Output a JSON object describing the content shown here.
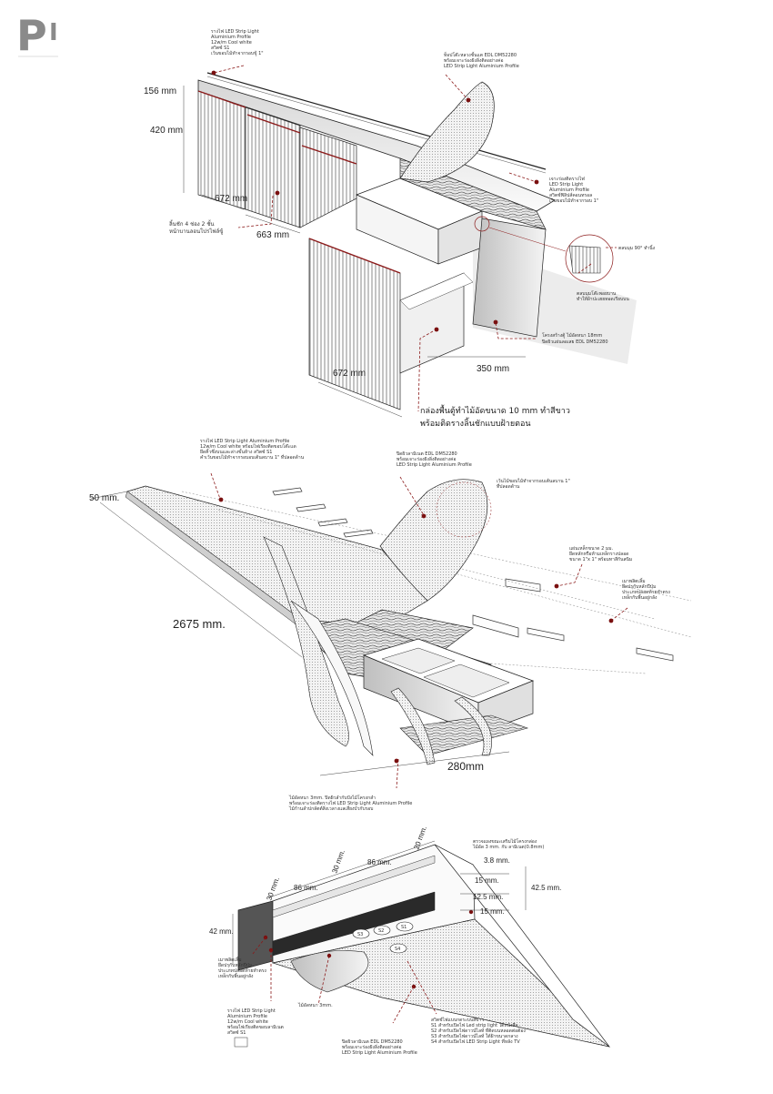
{
  "logo": {
    "mark": "P",
    "bar": "I"
  },
  "section1": {
    "dims": [
      "156 mm",
      "420 mm",
      "672 mm",
      "663 mm",
      "672 mm",
      "350 mm"
    ],
    "notes": {
      "top_left": [
        "รางไฟ LED Strip Light",
        "Aluminium Profile",
        "12w/m Cool white",
        "สวิตซ์ S1",
        "เว้นขอบไม้ทำจากรอบขู้ 1\""
      ],
      "top_right": [
        "ท็อปโต๊ะหลวงชั้นแต EDL DM52280",
        "พร้อมเจาะร่องฝังลิ่งติดอย่างค่อ",
        "LED Strip Light Aluminium Profile"
      ],
      "drawers": [
        "ลิ้นชัก 4 ช่อง 2 ชั้น",
        "หน้าบานลอนโปรไฟล์ขู้"
      ],
      "mid_right": [
        "เจาะร่องติดรางไฟ",
        "LED Strip Light",
        "Aluminium Profile",
        "สวิตช์ฟิลิปส์คอนทรอล",
        "เว้นขอบไม้ทำจากรอบ 1\""
      ],
      "detail_a": [
        "ตลบมุม 90° ทำนิ้ง"
      ],
      "detail_b": [
        "ตลบมุมโต๊ะพอยบาน",
        "ทำให้ผ้าปะเฮยทอดเรียบบน"
      ],
      "base": [
        "โครงสร้างตู้ ไม้อัดหนา 18mm",
        "ปิดผิวแผ่นลอเสย EDL DM52280"
      ],
      "bottom": [
        "กล่องพื้นตู้ทำไม้อัดขนาด 10 mm ทำสีขาว",
        "พร้อมติดรางลิ้นชักแบบฝ้ายตอน"
      ]
    }
  },
  "section2": {
    "dims": [
      "50 mm.",
      "2675 mm.",
      "280mm"
    ],
    "notes": {
      "left": [
        "รางไฟ LED Strip Light Aluminium Profile",
        "12w/m Cool white พร้อมไฟเรียงติดขอบโต๊ะแด",
        "ยึดคิ้วซึ่งบนและล่างขั้นห้าง สวิตซ์ S1",
        "คำเว้นขอบไม้ทำจากรอบอบเต้นลบาน 1\" ที่ปลอดด้าน"
      ],
      "top": [
        "ปิดผิวลามิเนต EDL DM52280",
        "พร้อมเจาะร่องฝังลิ่งติดอย่างค่อ",
        "LED Strip Light Aluminium Profile"
      ],
      "circle": [
        "เว้นไม้ขอบไม้ทำจากรอบเต้นลบาน 1\"",
        "ที่ปลอดด้าน"
      ],
      "right": [
        "แผ่นเหล็กขนาด 2 มม.",
        "ยึดหลักหรือห้ามเหล็กรางปลอด",
        "ขนาด 1\"x 1\" พร้อมทาสีกันสนิม"
      ],
      "far_right": [
        "เมาพลิตเลิ้ม",
        "ยึดปรุกับหลักปีปุ่ม",
        "ประเภทปลอดท้ายทำตรง",
        "เหล็กกับพิ้นอยู่กลัง"
      ],
      "bottom": [
        "ไม้อัดหนา 3mm. ปิดผิวลำกับปังไม้โครงกลำ",
        "พร้อมเจาะร่องติดรางไฟ LED Strip Light Aluminium Profile",
        "ไม้ก้านลำปกลัตต์สิ่งเวลางแลเสี่ยงบัวกับรอบ"
      ]
    }
  },
  "section3": {
    "dims": [
      "30 mm.",
      "86 mm.",
      "30 mm.",
      "86 mm.",
      "20 mm.",
      "3.8 mm.",
      "15 mm.",
      "12.5 mm.",
      "15 mm.",
      "42.5 mm.",
      "42 mm."
    ],
    "switch_labels": [
      "S1",
      "S2",
      "S3",
      "S4"
    ],
    "notes": {
      "top": [
        "ตรวจแผงขณะเสริมไม้โครงกล่อง",
        "ไม้อัด 3 mm. กับ ลามิเนต(0.8mm)"
      ],
      "left": [
        "เมาพลิตเลิ้ม",
        "ยึดปรุกับหลักปีปุ่ม",
        "ประเภทปลอดท้ายทำตรง",
        "เหล็กกับพิ้นอยู่กลัง"
      ],
      "led": [
        "รางไฟ LED Strip Light",
        "Aluminium Profile",
        "12w/m Cool white",
        "พร้อมไฟเรียงติดขอบลามิเนต",
        "สวิตซ์ S1"
      ],
      "plywood": [
        "ไม้อัดหนา 3mm."
      ],
      "laminate": [
        "ปิดผิวลามิเนต EDL DM52280",
        "พร้อมเจาะร่องฝังลิ่งติดอย่างค่อ",
        "LED Strip Light Aluminium Profile"
      ],
      "switches": [
        "สวิตช์ไฟแบบกดระบบสีขาว",
        "S1 สำหรับเปิดไฟ Led strip light ใต้หนังสือ",
        "S2 สำหรับเปิดไฟดาวน์ไลท์ ที่ติดบนหลอดต่อต้อง",
        "S3 สำหรับเปิดไฟดาวน์ไลท์ ใต้ฝ้าขนาดกลาง",
        "S4 สำหรับเปิดไฟ LED Strip Light ที่หลัง TV"
      ]
    }
  }
}
